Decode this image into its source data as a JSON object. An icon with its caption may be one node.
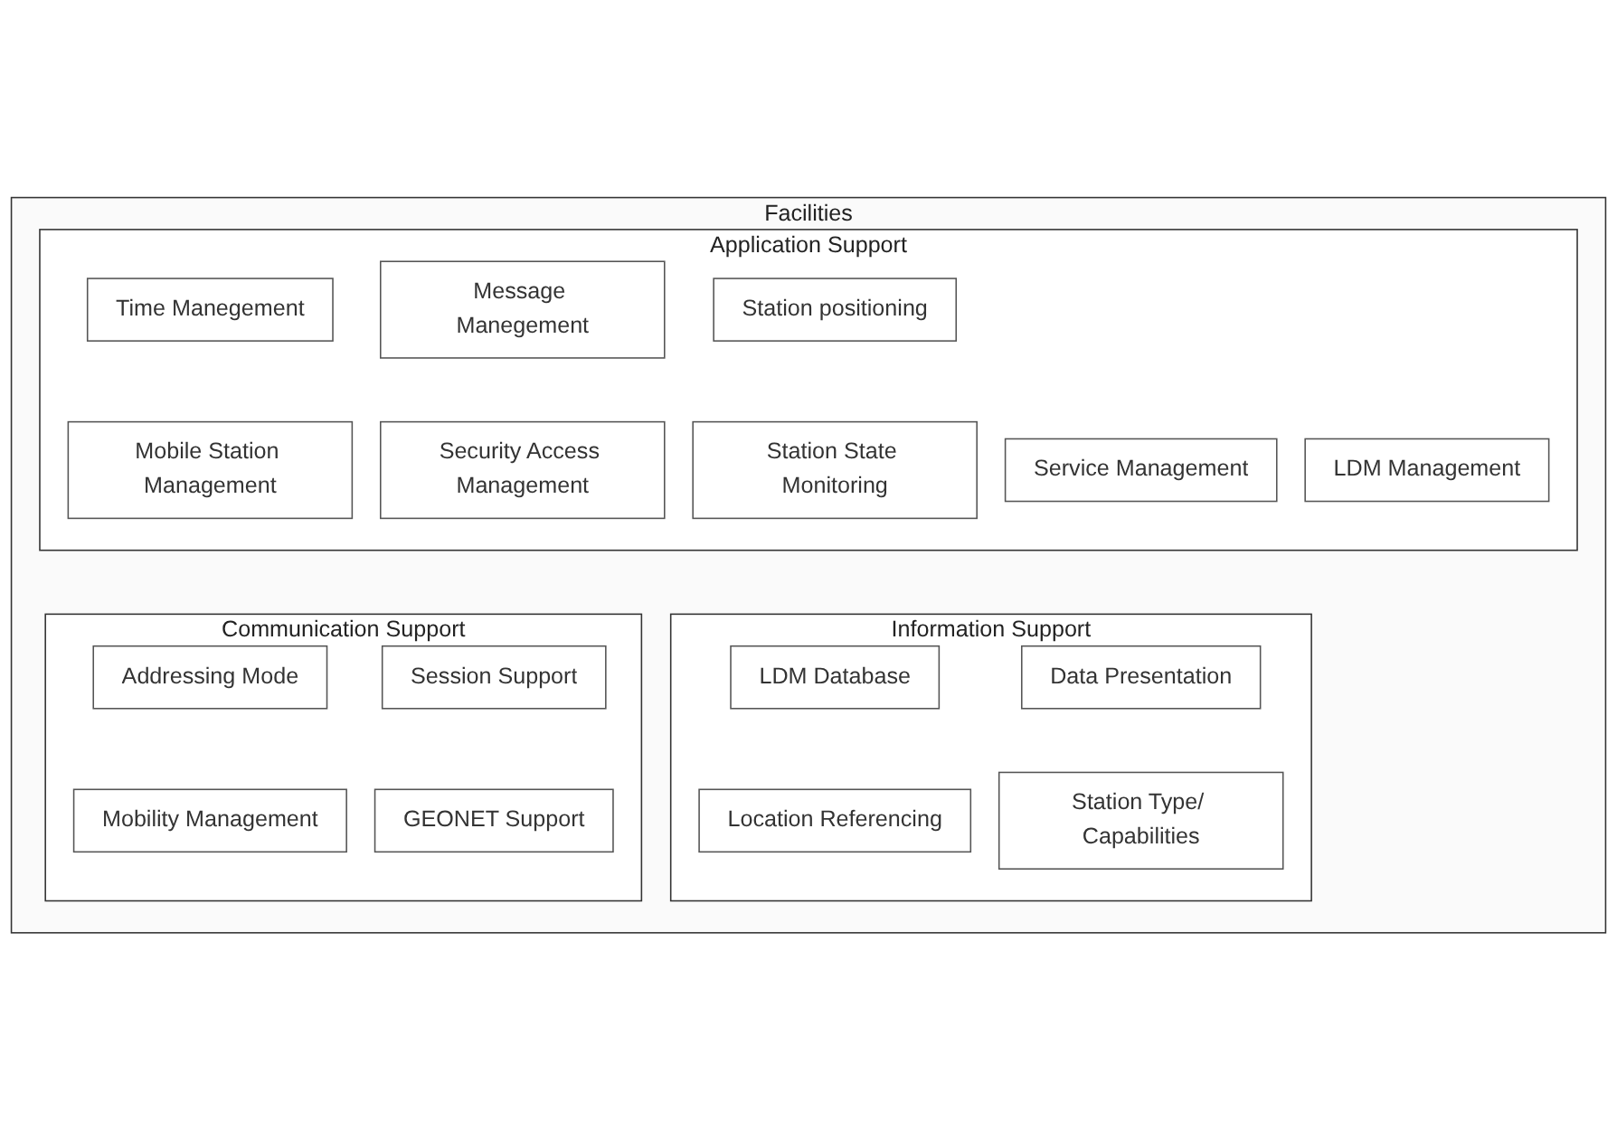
{
  "diagram": {
    "nodes": [
      {
        "text": [
          "Facilities"
        ]
      },
      {
        "text": [
          "Application Support"
        ],
        "in": 0
      },
      {
        "text": [
          "Station positioning"
        ],
        "in": 1
      },
      {
        "text": [
          "Service Management"
        ],
        "in": 1
      },
      {
        "text": [
          "Message Manegement"
        ],
        "in": 1
      },
      {
        "text": [
          "LDM Management"
        ],
        "in": 1
      },
      {
        "text": [
          "Time Manegement"
        ],
        "in": 1
      },
      {
        "text": [
          "Station State Monitoring"
        ],
        "in": 1
      },
      {
        "text": [
          "Security Access Management"
        ],
        "in": 1
      },
      {
        "text": [
          "Mobile Station Management"
        ],
        "in": 1
      },
      {
        "text": [
          "Information Support"
        ],
        "in": 0
      },
      {
        "text": [
          "LDM Database"
        ],
        "in": 10
      },
      {
        "text": [
          "Data Presentation"
        ],
        "in": 10
      },
      {
        "text": [
          "Location Referencing"
        ],
        "in": 10
      },
      {
        "text": [
          "Station Type/ Capabilities"
        ],
        "in": 10
      },
      {
        "text": [
          "Communication Support"
        ],
        "in": 0
      },
      {
        "text": [
          "Addressing Mode"
        ],
        "in": 15
      },
      {
        "text": [
          "Session Support"
        ],
        "in": 15
      },
      {
        "text": [
          "Mobility Management"
        ],
        "in": 15
      },
      {
        "text": [
          "GEONET Support"
        ],
        "in": 15
      }
    ]
  }
}
